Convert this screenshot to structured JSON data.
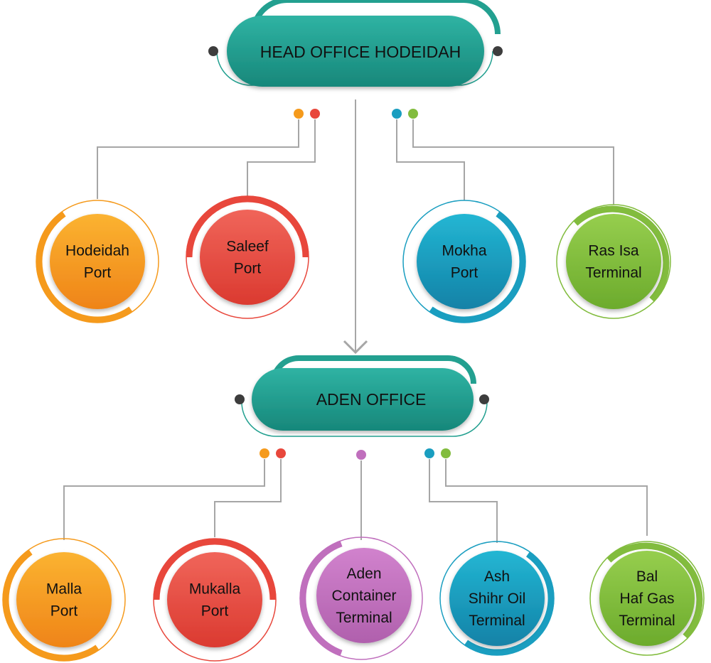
{
  "head_office": {
    "label": "HEAD OFFICE HODEIDAH",
    "color": "#23a090"
  },
  "aden_office": {
    "label": "ADEN OFFICE",
    "color": "#23a090"
  },
  "colors": {
    "orange": "#f59a1c",
    "red": "#e8473c",
    "blue": "#1a9ec0",
    "green": "#82bc3e",
    "purple": "#c06fbd",
    "connector": "#a6a6a6",
    "dot": "#3d3d3d"
  },
  "hodeidah_ports": [
    {
      "lines": [
        "Hodeidah",
        "Port"
      ],
      "color": "orange"
    },
    {
      "lines": [
        "Saleef",
        "Port"
      ],
      "color": "red"
    },
    {
      "lines": [
        "Mokha",
        "Port"
      ],
      "color": "blue"
    },
    {
      "lines": [
        "Ras Isa",
        "Terminal"
      ],
      "color": "green"
    }
  ],
  "aden_ports": [
    {
      "lines": [
        "Malla",
        "Port"
      ],
      "color": "orange"
    },
    {
      "lines": [
        "Mukalla",
        "Port"
      ],
      "color": "red"
    },
    {
      "lines": [
        "Aden",
        "Container",
        "Terminal"
      ],
      "color": "purple"
    },
    {
      "lines": [
        "Ash",
        "Shihr Oil",
        "Terminal"
      ],
      "color": "blue"
    },
    {
      "lines": [
        "Bal",
        "Haf Gas",
        "Terminal"
      ],
      "color": "green"
    }
  ]
}
